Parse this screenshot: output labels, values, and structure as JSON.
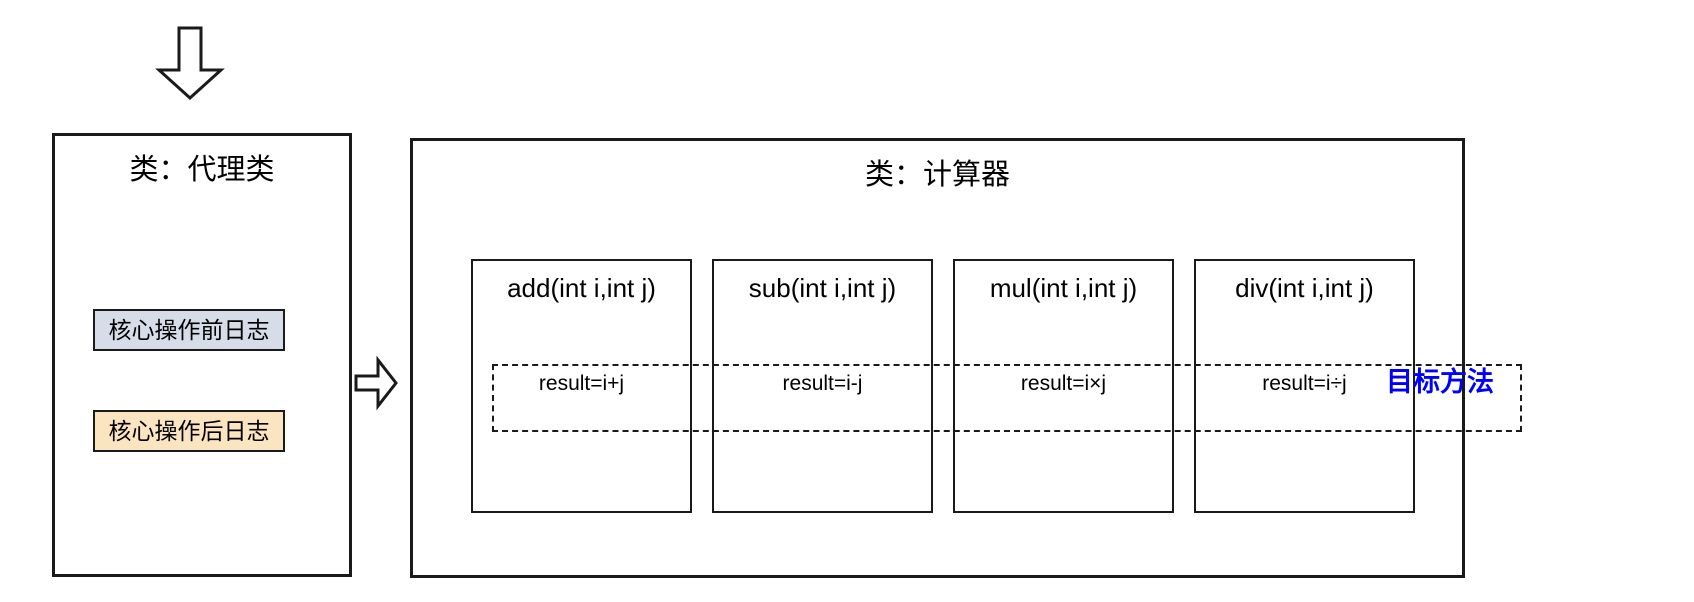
{
  "diagram": {
    "title_proxy_panel": "类：代理类",
    "title_calculator_panel": "类：计算器",
    "target_label": "目标方法",
    "accent_color": "#0000ff",
    "outline_color": "#1a1a1a",
    "background_color": "#ffffff"
  },
  "proxy_panel": {
    "title": "类：代理类",
    "chips": [
      {
        "label": "核心操作前日志",
        "fill": "#d6dce8",
        "border": "#1a1a1a"
      },
      {
        "label": "核心操作后日志",
        "fill": "#fbe5c0",
        "border": "#1a1a1a"
      }
    ]
  },
  "calculator_panel": {
    "title": "类：计算器",
    "methods": [
      {
        "signature": "add(int i,int j)",
        "body": "result=i+j"
      },
      {
        "signature": "sub(int i,int j)",
        "body": "result=i-j"
      },
      {
        "signature": "mul(int i,int j)",
        "body": "result=i×j"
      },
      {
        "signature": "div(int i,int j)",
        "body": "result=i÷j"
      }
    ]
  },
  "arrows": [
    {
      "name": "down-arrow",
      "direction": "down"
    },
    {
      "name": "right-arrow",
      "direction": "right"
    }
  ]
}
